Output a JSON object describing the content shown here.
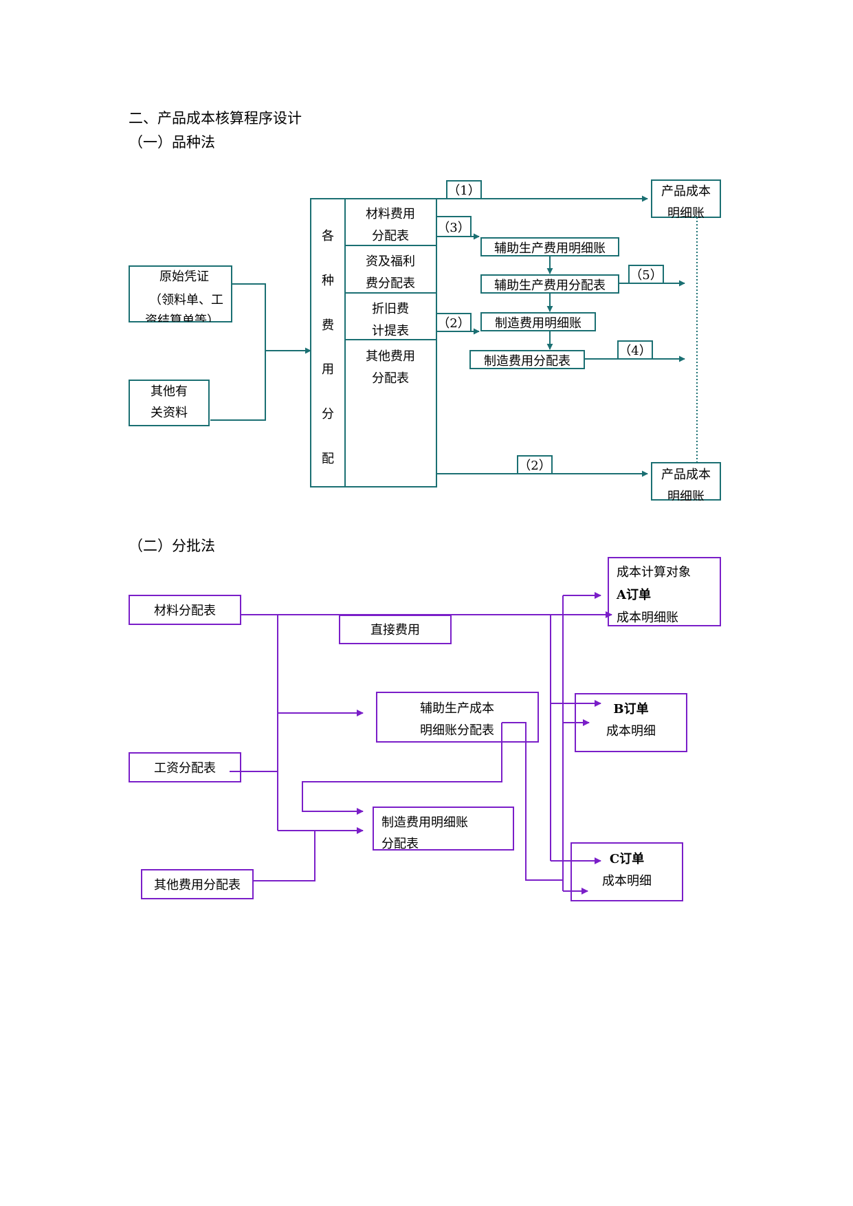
{
  "headings": {
    "section": "二、产品成本核算程序设计",
    "method1": "（一）品种法",
    "method2": "（二）分批法"
  },
  "colors": {
    "teal": "#1a6f72",
    "purple": "#7a1ec8"
  },
  "diagram1": {
    "source_voucher": [
      "原始凭证",
      "（领料单、工",
      "资结算单等）"
    ],
    "other_material": [
      "其他有",
      "关资料"
    ],
    "allocation_column": [
      "各",
      "种",
      "费",
      "用",
      "分",
      "配"
    ],
    "tables": {
      "material": [
        "材料费用",
        "分配表"
      ],
      "wages": [
        "资及福利",
        "费分配表"
      ],
      "depreciation": [
        "折旧费",
        "计提表"
      ],
      "other": [
        "其他费用",
        "分配表"
      ]
    },
    "aux_ledger": "辅助生产费用明细账",
    "aux_alloc": "辅助生产费用分配表",
    "mfg_ledger": "制造费用明细账",
    "mfg_alloc": "制造费用分配表",
    "product_ledger_top": [
      "产品成本",
      "明细账"
    ],
    "product_ledger_bottom": [
      "产品成本",
      "明细账"
    ],
    "steps": {
      "s1": "（1）",
      "s3": "（3）",
      "s2a": "（2）",
      "s5": "（5）",
      "s4": "（4）",
      "s2b": "（2）"
    }
  },
  "diagram2": {
    "material_alloc": "材料分配表",
    "wage_alloc": "工资分配表",
    "other_alloc": "其他费用分配表",
    "direct_cost": "直接费用",
    "aux_cost": [
      "辅助生产成本",
      "明细账分配表"
    ],
    "mfg_cost": [
      "制造费用明细账",
      "分配表"
    ],
    "order_a": [
      "成本计算对象",
      "A订单",
      "成本明细账"
    ],
    "order_b": [
      "B订单",
      "成本明细"
    ],
    "order_c": [
      "C订单",
      "成本明细"
    ]
  }
}
